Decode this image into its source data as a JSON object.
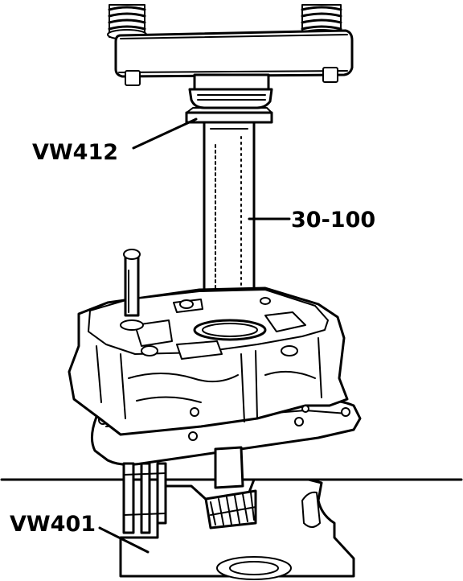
{
  "labels": {
    "plate": "VW412",
    "tube": "30-100",
    "support": "VW401"
  }
}
